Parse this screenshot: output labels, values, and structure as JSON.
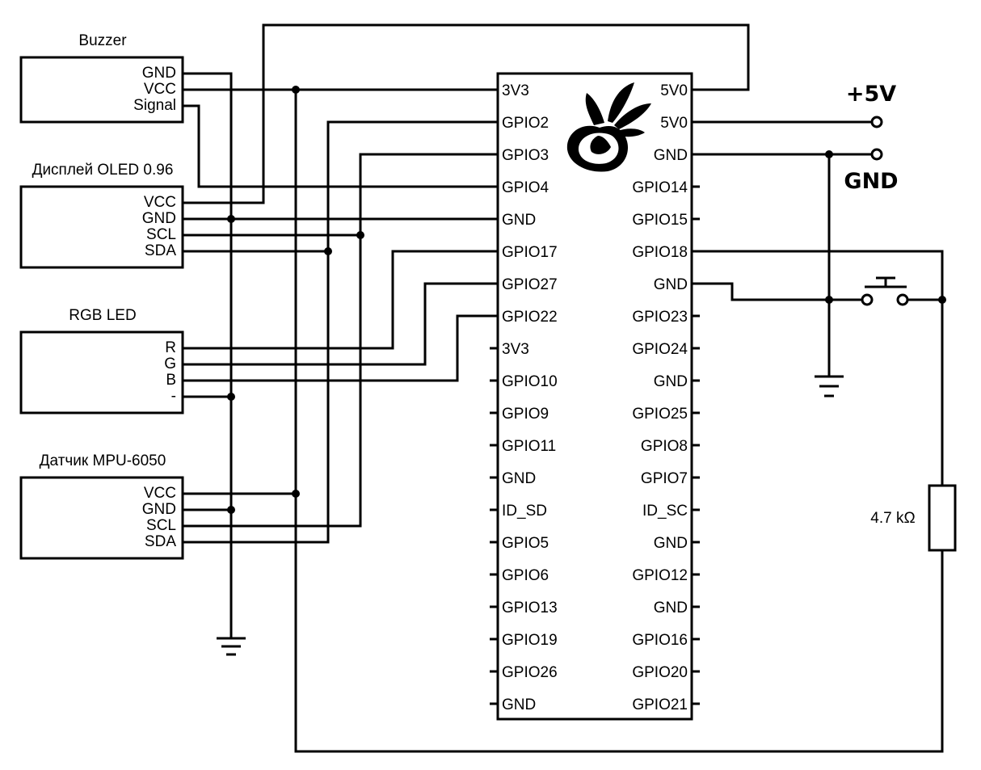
{
  "modules": {
    "buzzer": {
      "title": "Buzzer",
      "pins": [
        "GND",
        "VCC",
        "Signal"
      ]
    },
    "oled": {
      "title": "Дисплей OLED 0.96",
      "pins": [
        "VCC",
        "GND",
        "SCL",
        "SDA"
      ]
    },
    "rgb": {
      "title": "RGB LED",
      "pins": [
        "R",
        "G",
        "B",
        "-"
      ]
    },
    "mpu": {
      "title": "Датчик MPU-6050",
      "pins": [
        "VCC",
        "GND",
        "SCL",
        "SDA"
      ]
    }
  },
  "board": {
    "left_pins": [
      "3V3",
      "GPIO2",
      "GPIO3",
      "GPIO4",
      "GND",
      "GPIO17",
      "GPIO27",
      "GPIO22",
      "3V3",
      "GPIO10",
      "GPIO9",
      "GPIO11",
      "GND",
      "ID_SD",
      "GPIO5",
      "GPIO6",
      "GPIO13",
      "GPIO19",
      "GPIO26",
      "GND"
    ],
    "right_pins": [
      "5V0",
      "5V0",
      "GND",
      "GPIO14",
      "GPIO15",
      "GPIO18",
      "GND",
      "GPIO23",
      "GPIO24",
      "GND",
      "GPIO25",
      "GPIO8",
      "GPIO7",
      "ID_SC",
      "GND",
      "GPIO12",
      "GND",
      "GPIO16",
      "GPIO20",
      "GPIO21"
    ]
  },
  "power": {
    "plus5v_label": "+5V",
    "gnd_label": "GND"
  },
  "resistor": {
    "label": "4.7 kΩ"
  },
  "icons": {
    "board_logo": "raspberry-logo-icon",
    "ground": "ground-icon",
    "button": "push-button-icon"
  }
}
